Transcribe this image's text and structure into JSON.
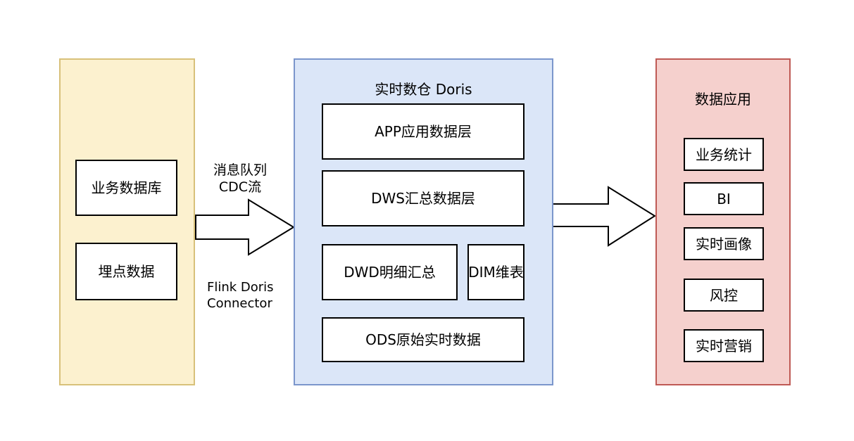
{
  "colors": {
    "sources_fill": "#fcf1cf",
    "sources_border": "#d8c17a",
    "warehouse_fill": "#dbe6f8",
    "warehouse_border": "#7b96cc",
    "apps_fill": "#f5d0cd",
    "apps_border": "#bf5a55",
    "node_fill": "#ffffff",
    "node_border": "#000000",
    "arrow_outline": "#000000"
  },
  "sources": {
    "boxes": [
      {
        "label": "业务数据库"
      },
      {
        "label": "埋点数据"
      }
    ]
  },
  "warehouse": {
    "title": "实时数仓 Doris",
    "boxes": [
      {
        "label": "APP应用数据层"
      },
      {
        "label": "DWS汇总数据层"
      },
      {
        "label": "DWD明细汇总"
      },
      {
        "label": "DIM维表"
      },
      {
        "label": "ODS原始实时数据"
      }
    ]
  },
  "applications": {
    "title": "数据应用",
    "boxes": [
      {
        "label": "业务统计"
      },
      {
        "label": "BI"
      },
      {
        "label": "实时画像"
      },
      {
        "label": "风控"
      },
      {
        "label": "实时营销"
      }
    ]
  },
  "flow_labels": {
    "ingest_top_line1": "消息队列",
    "ingest_top_line2": "CDC流",
    "ingest_bottom_line1": "Flink Doris",
    "ingest_bottom_line2": "Connector"
  }
}
